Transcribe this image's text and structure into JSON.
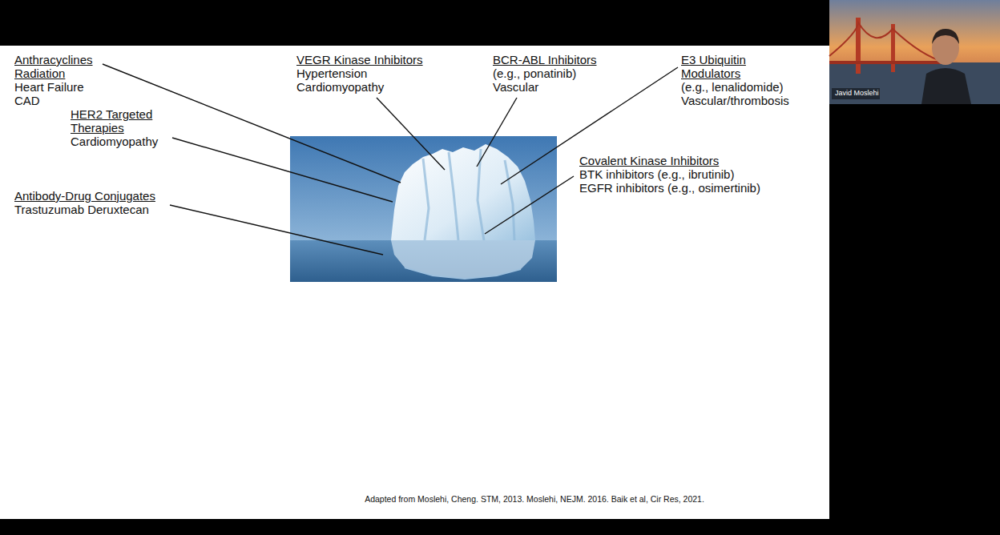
{
  "diagram": {
    "caption": "Adapted from Moslehi, Cheng. STM, 2013. Moslehi, NEJM. 2016. Baik et al, Cir Res, 2021.",
    "labels": [
      "Anthracyclines",
      "Radiation",
      "Heart Failure",
      "CAD",
      "HER2 Targeted Therapies",
      "Cardiomyopathy",
      "Antibody-Drug Conjugates",
      "Trastuzumab Deruxtecan",
      "VEGR Kinase Inhibitors",
      "Hypertension",
      "Cardiomyopathy",
      "BCR-ABL Inhibitors",
      "(e.g., ponatinib)",
      "Vascular",
      "E3 Ubiquitin Modulators",
      "(e.g., lenalidomide)",
      "Vascular/thrombosis",
      "Covalent Kinase Inhibitors",
      "BTK inhibitors (e.g., ibrutinib)",
      "EGFR inhibitors (e.g., osimertinib)",
      "Javid Moslehi"
    ]
  }
}
